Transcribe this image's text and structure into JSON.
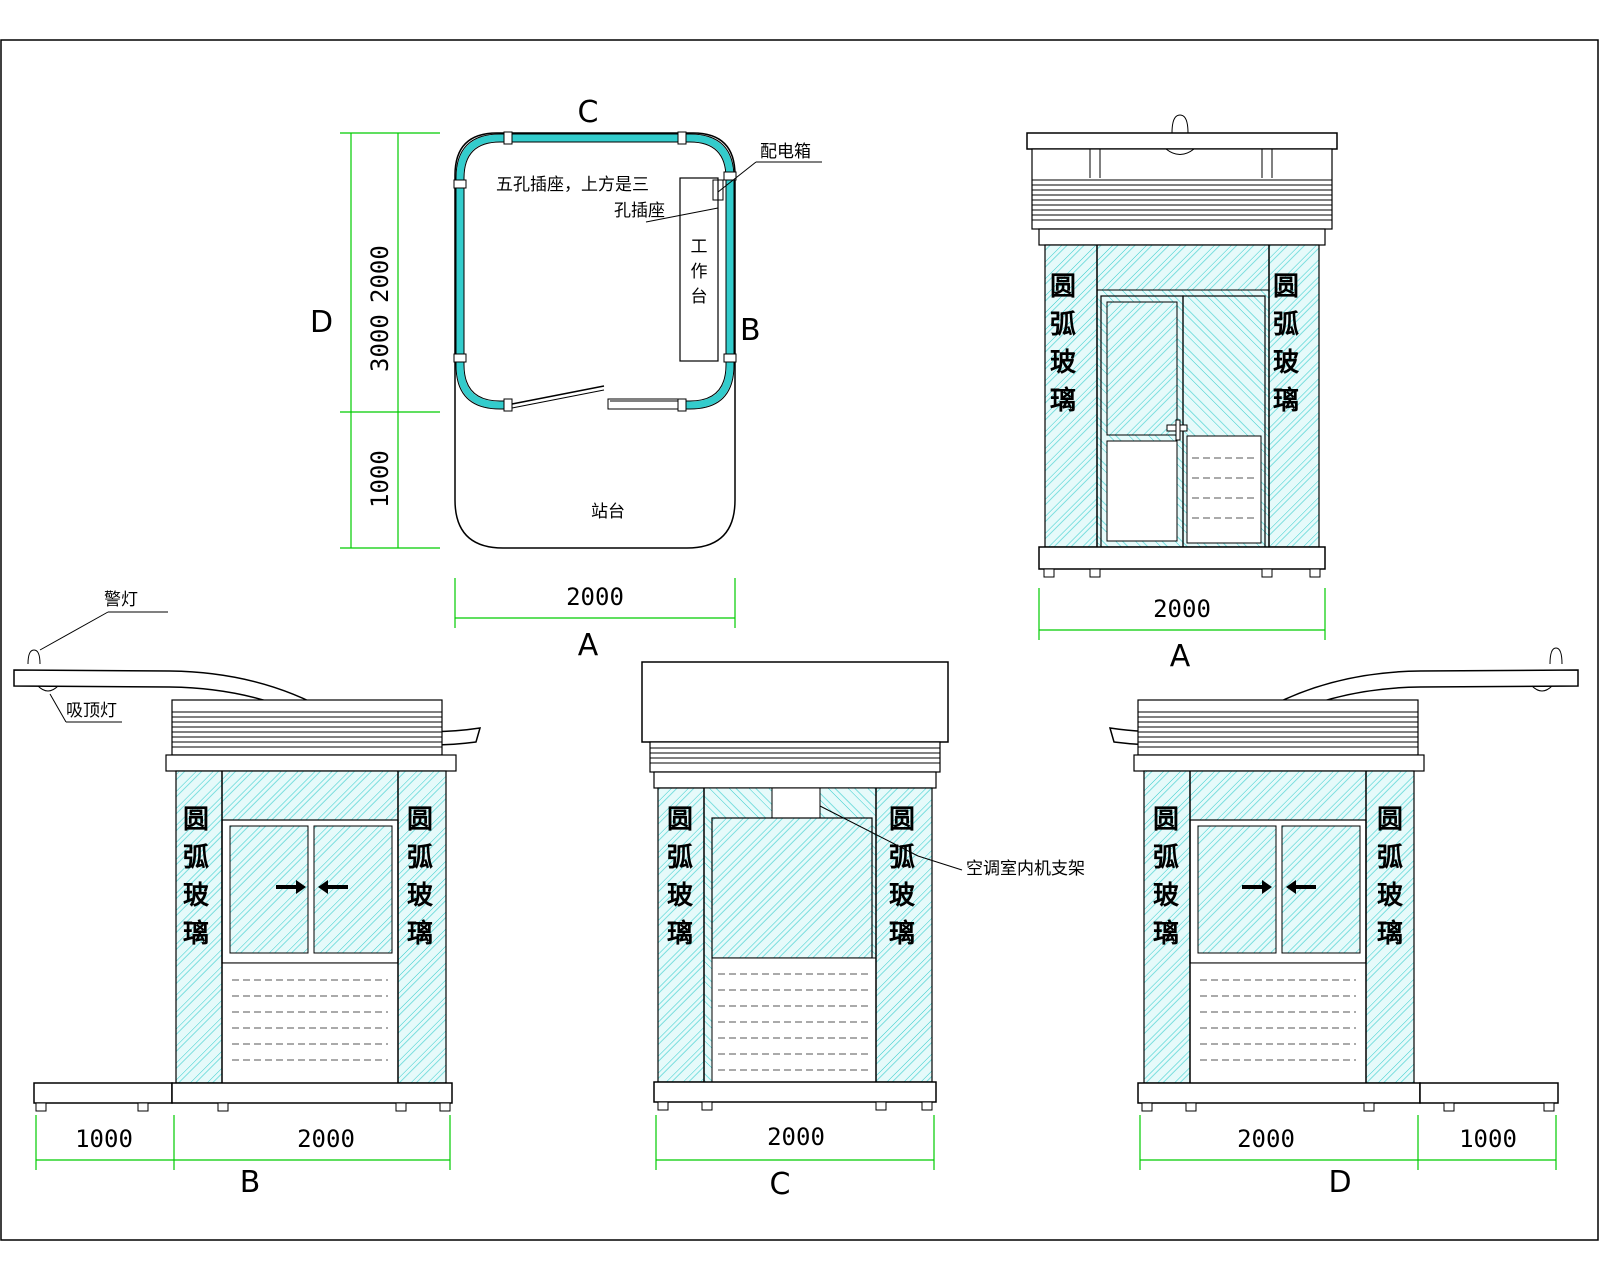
{
  "plan": {
    "side_c": "C",
    "side_d": "D",
    "side_b": "B",
    "side_a": "A",
    "dim_total": "3000",
    "dim_cabin": "2000",
    "dim_platform": "1000",
    "dim_width": "2000",
    "socket_note_1": "五孔插座，上方是三",
    "socket_note_2": "孔插座",
    "power_box": "配电箱",
    "workbench": [
      "工",
      "作",
      "台"
    ],
    "platform": "站台"
  },
  "view_a": {
    "label": "A",
    "dim_width": "2000",
    "glass_left": [
      "圆",
      "弧",
      "玻",
      "璃"
    ],
    "glass_right": [
      "圆",
      "弧",
      "玻",
      "璃"
    ]
  },
  "view_b": {
    "label": "B",
    "dim_left": "1000",
    "dim_right": "2000",
    "warning_light": "警灯",
    "ceiling_light": "吸顶灯",
    "glass_left": [
      "圆",
      "弧",
      "玻",
      "璃"
    ],
    "glass_right": [
      "圆",
      "弧",
      "玻",
      "璃"
    ]
  },
  "view_c": {
    "label": "C",
    "dim_width": "2000",
    "ac_bracket": "空调室内机支架",
    "glass_left": [
      "圆",
      "弧",
      "玻",
      "璃"
    ],
    "glass_right": [
      "圆",
      "弧",
      "玻",
      "璃"
    ]
  },
  "view_d": {
    "label": "D",
    "dim_left": "2000",
    "dim_right": "1000",
    "glass_left": [
      "圆",
      "弧",
      "玻",
      "璃"
    ],
    "glass_right": [
      "圆",
      "弧",
      "玻",
      "璃"
    ]
  },
  "colors": {
    "dimension_line": "#00cc00",
    "glass_hatch": "#33cccc",
    "glass_fill": "#e6fafa"
  }
}
